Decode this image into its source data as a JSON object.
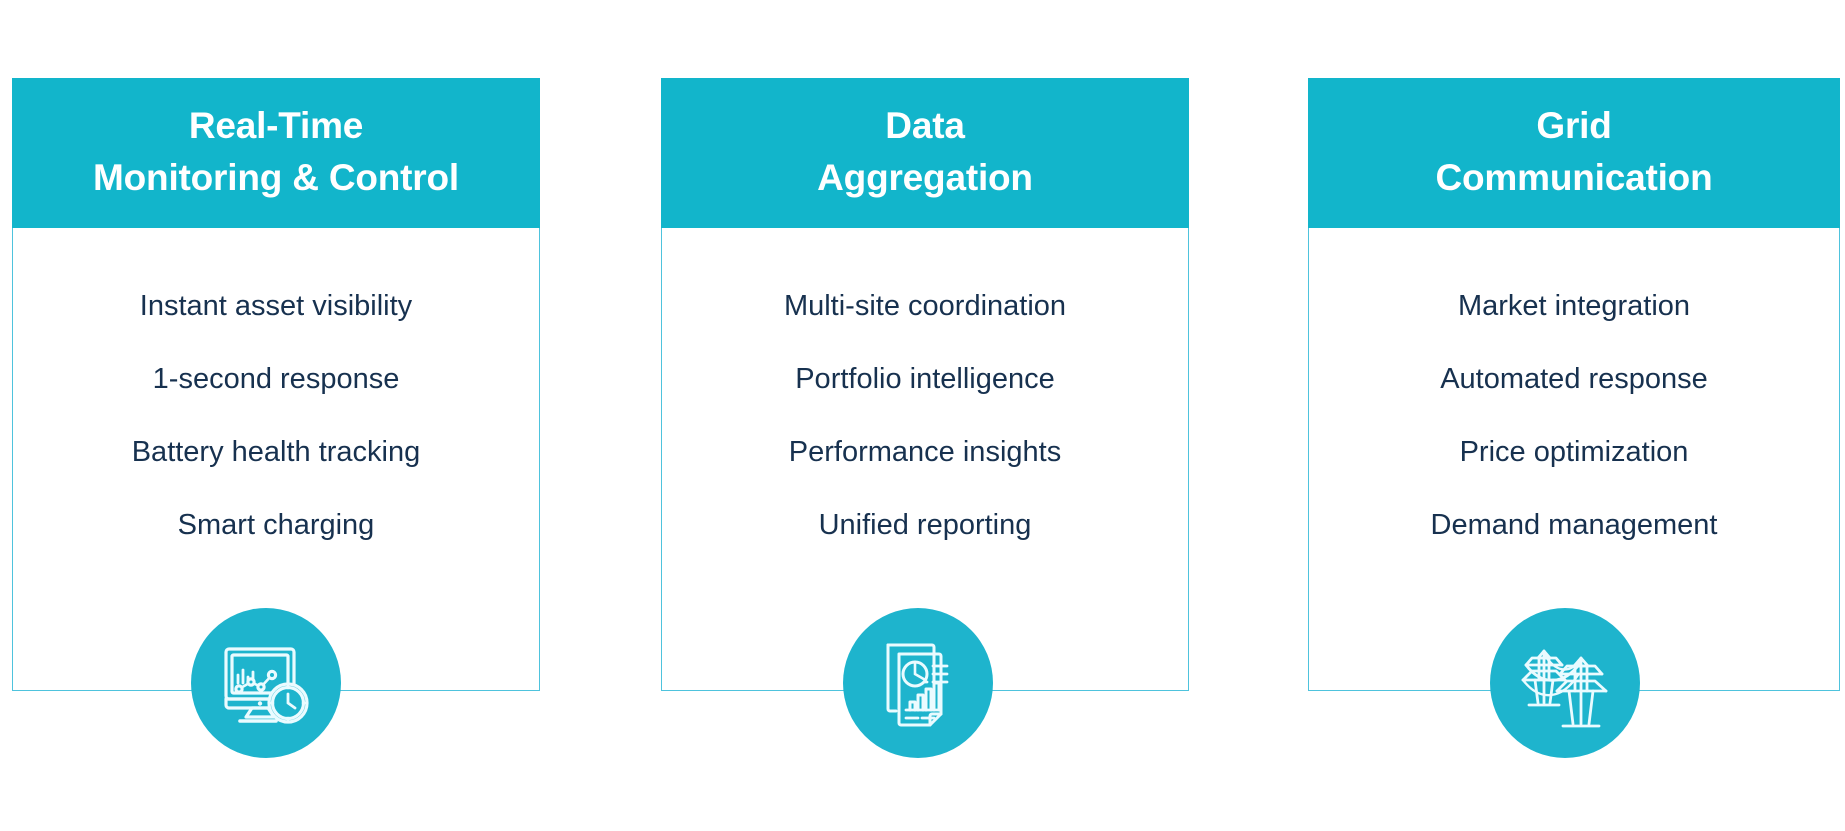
{
  "theme": {
    "header_bg": "#12b5cb",
    "border_color": "#4ec3dd",
    "text_color": "#17314f",
    "badge_color": "#1eb4cd",
    "header_text_color": "#ffffff",
    "page_bg": "#ffffff"
  },
  "cards": [
    {
      "title_line1": "Real-Time",
      "title_line2": "Monitoring & Control",
      "features": [
        "Instant asset visibility",
        "1-second response",
        "Battery health tracking",
        "Smart charging"
      ],
      "icon": "monitor-chart-clock-icon"
    },
    {
      "title_line1": "Data",
      "title_line2": "Aggregation",
      "features": [
        "Multi-site coordination",
        "Portfolio intelligence",
        "Performance insights",
        "Unified reporting"
      ],
      "icon": "report-document-charts-icon"
    },
    {
      "title_line1": "Grid",
      "title_line2": "Communication",
      "features": [
        "Market integration",
        "Automated response",
        "Price optimization",
        "Demand management"
      ],
      "icon": "power-transmission-towers-icon"
    }
  ]
}
